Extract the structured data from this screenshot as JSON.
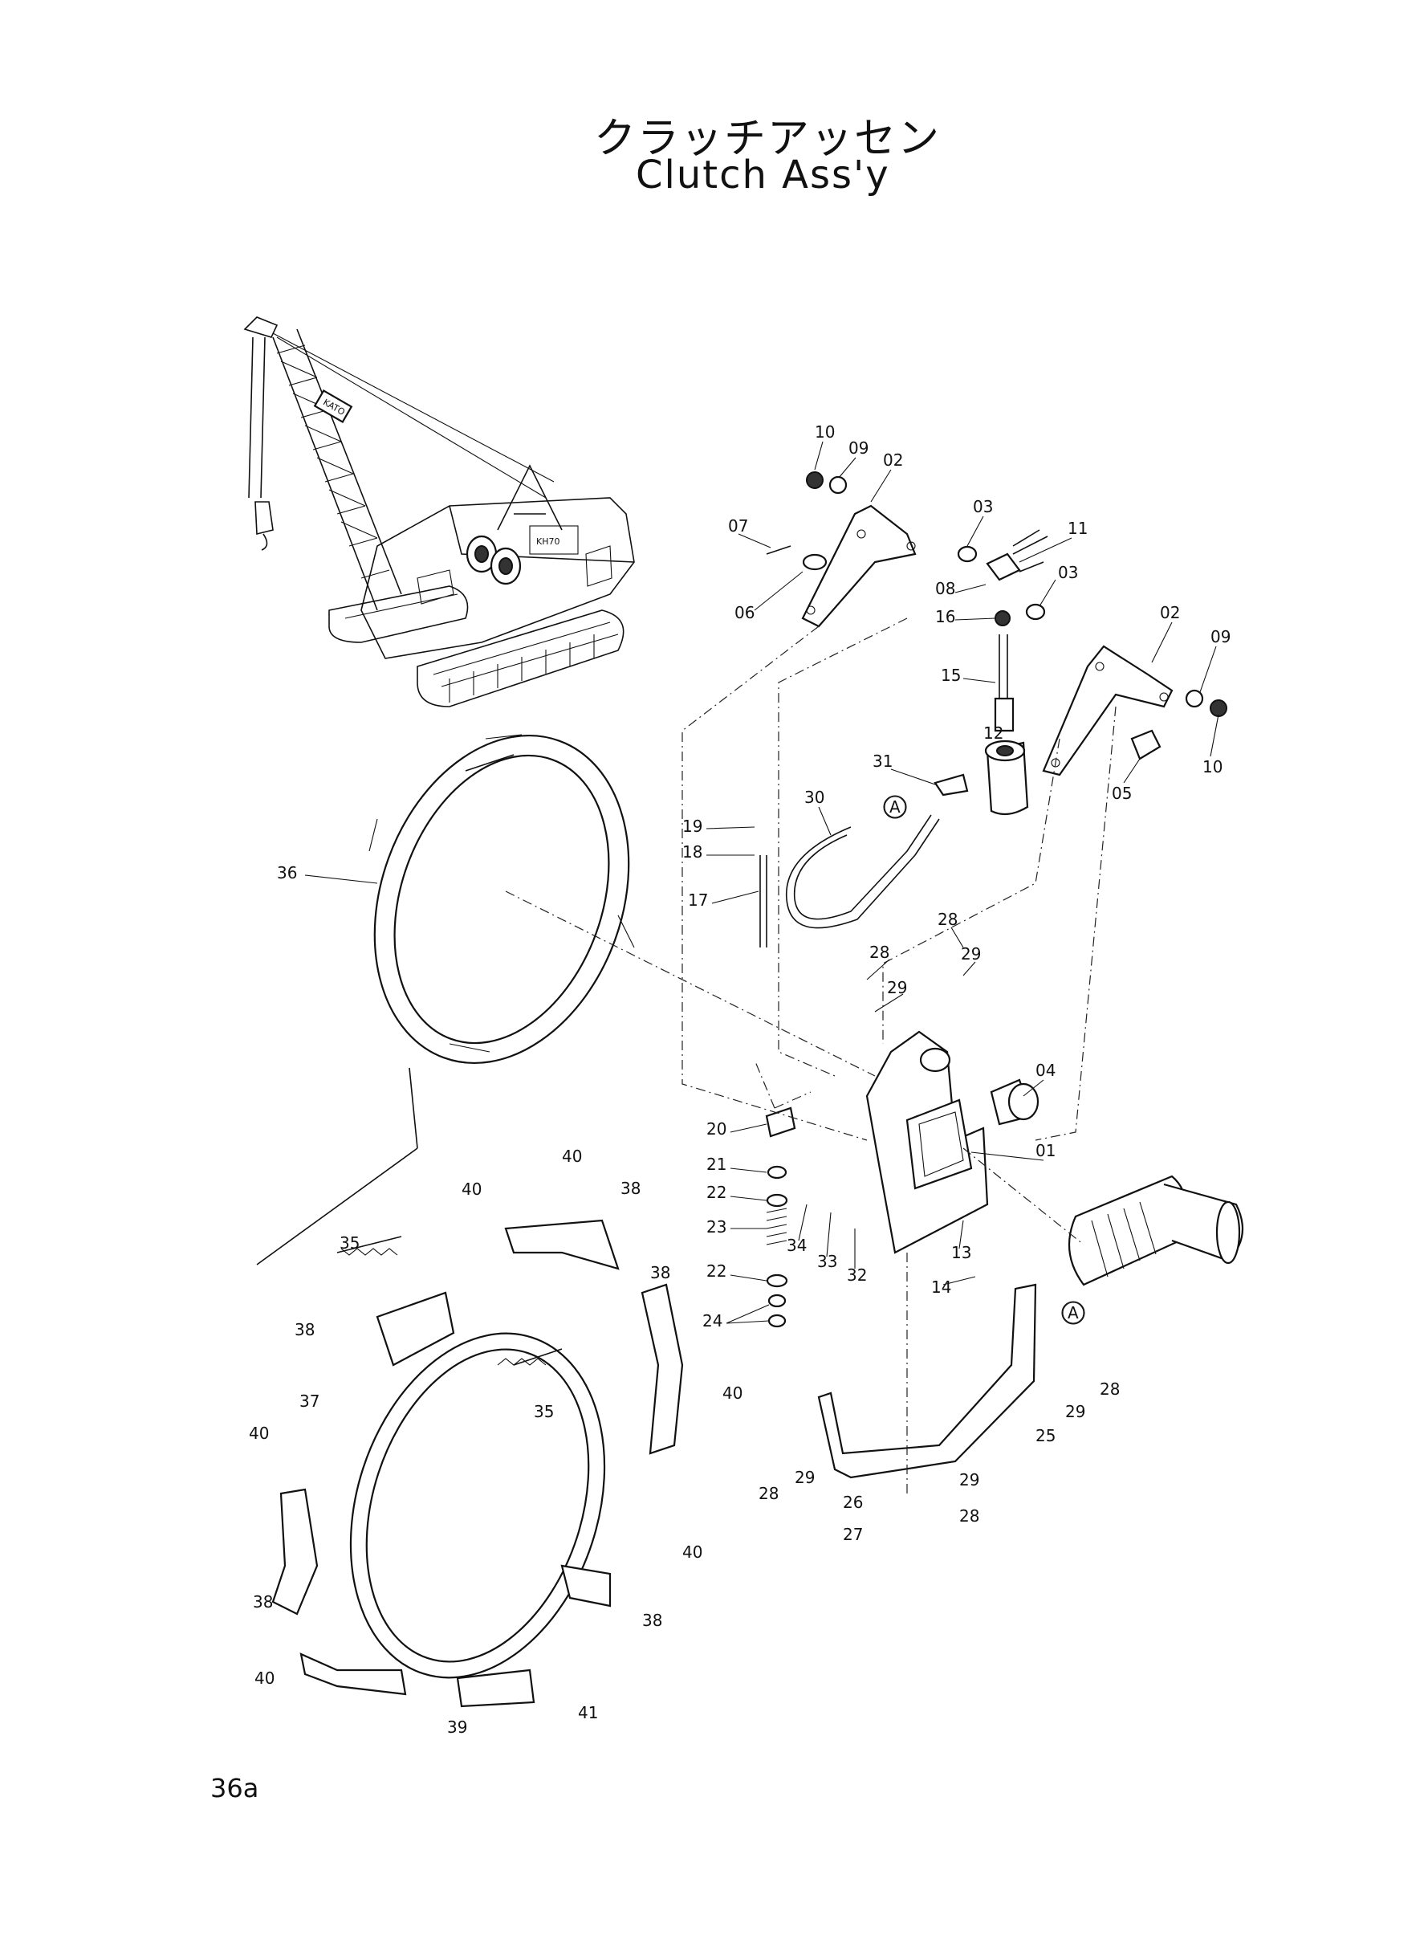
{
  "header": {
    "title_jp": "クラッチアッセン",
    "title_en": "Clutch Ass'y"
  },
  "footer": {
    "page_number": "36a"
  },
  "machine_illustration": {
    "badge_text": "KH70"
  },
  "callouts": [
    {
      "id": "c10a",
      "text": "10"
    },
    {
      "id": "c09a",
      "text": "09"
    },
    {
      "id": "c02a",
      "text": "02"
    },
    {
      "id": "c07",
      "text": "07"
    },
    {
      "id": "c06",
      "text": "06"
    },
    {
      "id": "c03a",
      "text": "03"
    },
    {
      "id": "c11",
      "text": "11"
    },
    {
      "id": "c08",
      "text": "08"
    },
    {
      "id": "c03b",
      "text": "03"
    },
    {
      "id": "c16",
      "text": "16"
    },
    {
      "id": "c02b",
      "text": "02"
    },
    {
      "id": "c09b",
      "text": "09"
    },
    {
      "id": "c15",
      "text": "15"
    },
    {
      "id": "c12",
      "text": "12"
    },
    {
      "id": "c10b",
      "text": "10"
    },
    {
      "id": "c05",
      "text": "05"
    },
    {
      "id": "c31",
      "text": "31"
    },
    {
      "id": "c30",
      "text": "30"
    },
    {
      "id": "cA1",
      "text": "A"
    },
    {
      "id": "c19",
      "text": "19"
    },
    {
      "id": "c18",
      "text": "18"
    },
    {
      "id": "c17",
      "text": "17"
    },
    {
      "id": "c36",
      "text": "36"
    },
    {
      "id": "c28a",
      "text": "28"
    },
    {
      "id": "c28b",
      "text": "28"
    },
    {
      "id": "c29a",
      "text": "29"
    },
    {
      "id": "c29b",
      "text": "29"
    },
    {
      "id": "c04",
      "text": "04"
    },
    {
      "id": "c20",
      "text": "20"
    },
    {
      "id": "c01",
      "text": "01"
    },
    {
      "id": "c21",
      "text": "21"
    },
    {
      "id": "c22a",
      "text": "22"
    },
    {
      "id": "c23",
      "text": "23"
    },
    {
      "id": "c34",
      "text": "34"
    },
    {
      "id": "c33",
      "text": "33"
    },
    {
      "id": "c32",
      "text": "32"
    },
    {
      "id": "c13",
      "text": "13"
    },
    {
      "id": "c14",
      "text": "14"
    },
    {
      "id": "c22b",
      "text": "22"
    },
    {
      "id": "c24",
      "text": "24"
    },
    {
      "id": "cA2",
      "text": "A"
    },
    {
      "id": "c40a",
      "text": "40"
    },
    {
      "id": "c38a",
      "text": "38"
    },
    {
      "id": "c40b",
      "text": "40"
    },
    {
      "id": "c35a",
      "text": "35"
    },
    {
      "id": "c38b",
      "text": "38"
    },
    {
      "id": "c38c",
      "text": "38"
    },
    {
      "id": "c37",
      "text": "37"
    },
    {
      "id": "c35b",
      "text": "35"
    },
    {
      "id": "c40c",
      "text": "40"
    },
    {
      "id": "c40d",
      "text": "40"
    },
    {
      "id": "c40e",
      "text": "40"
    },
    {
      "id": "c38d",
      "text": "38"
    },
    {
      "id": "c38e",
      "text": "38"
    },
    {
      "id": "c40f",
      "text": "40"
    },
    {
      "id": "c39",
      "text": "39"
    },
    {
      "id": "c41",
      "text": "41"
    },
    {
      "id": "c29c",
      "text": "29"
    },
    {
      "id": "c28c",
      "text": "28"
    },
    {
      "id": "c25",
      "text": "25"
    },
    {
      "id": "c28d",
      "text": "28"
    },
    {
      "id": "c29d",
      "text": "29"
    },
    {
      "id": "c26",
      "text": "26"
    },
    {
      "id": "c29e",
      "text": "29"
    },
    {
      "id": "c27",
      "text": "27"
    },
    {
      "id": "c28e",
      "text": "28"
    }
  ]
}
